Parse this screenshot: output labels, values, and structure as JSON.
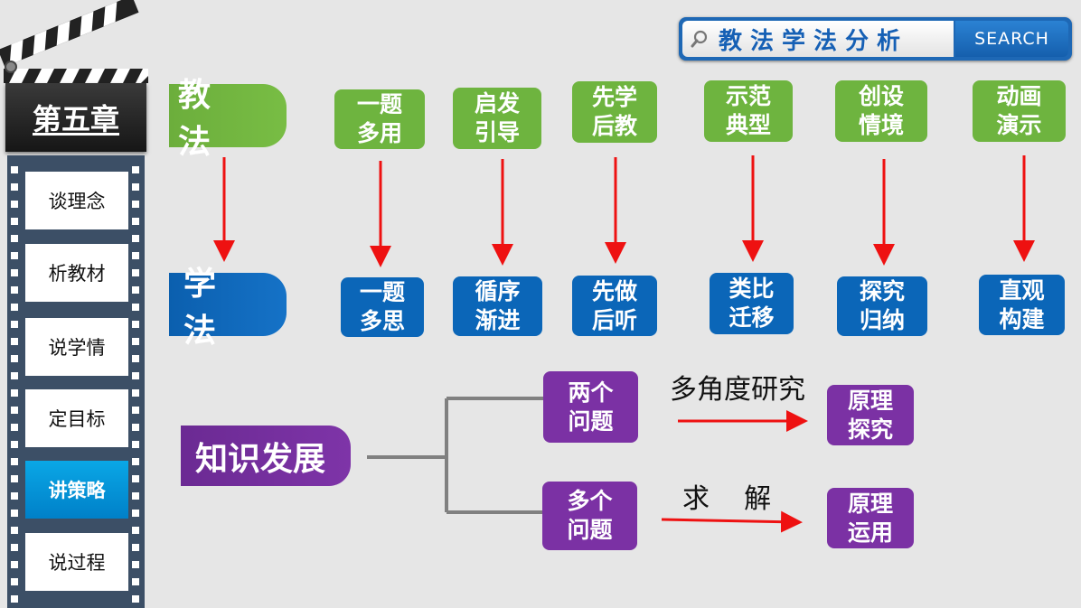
{
  "chapter": "第五章",
  "nav": {
    "items": [
      "谈理念",
      "析教材",
      "说学情",
      "定目标",
      "讲策略",
      "说过程"
    ],
    "active": "讲策略"
  },
  "search": {
    "text": "教法学法分析",
    "button": "SEARCH"
  },
  "teaching": {
    "label": "教 法",
    "methods": [
      "一题\n多用",
      "启发\n引导",
      "先学\n后教",
      "示范\n典型",
      "创设\n情境",
      "动画\n演示"
    ]
  },
  "learning": {
    "label": "学 法",
    "methods": [
      "一题\n多思",
      "循序\n渐进",
      "先做\n后听",
      "类比\n迁移",
      "探究\n归纳",
      "直观\n构建"
    ]
  },
  "knowledge": {
    "label": "知识发展",
    "branch1": {
      "source": "两个\n问题",
      "arrow_label": "多角度研究",
      "target": "原理\n探究"
    },
    "branch2": {
      "source": "多个\n问题",
      "arrow_label": "求    解",
      "target": "原理\n运用"
    }
  },
  "colors": {
    "green": "#6eb43f",
    "blue": "#0b66b8",
    "purple": "#7b31a4",
    "arrow": "#ee1111",
    "active_nav": "#0a9be0",
    "strip": "#3c4f66"
  }
}
